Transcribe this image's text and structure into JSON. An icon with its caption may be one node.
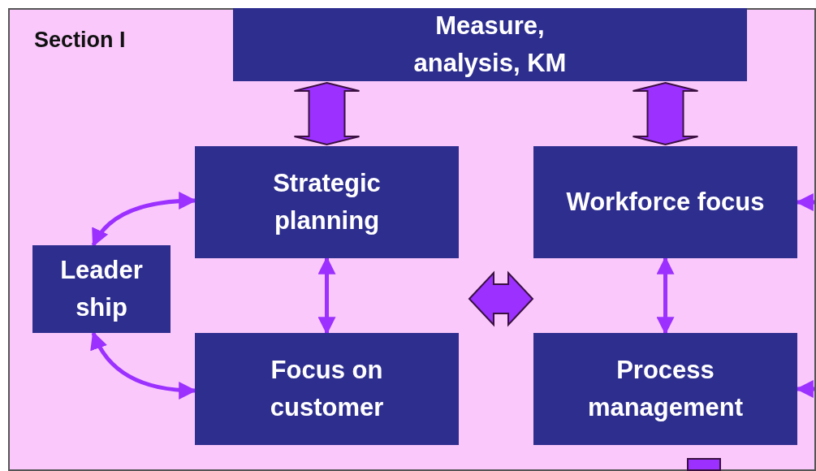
{
  "diagram": {
    "nodes": [
      {
        "text": [
          "Section I"
        ]
      },
      {
        "text": [
          "Measure, analysis, KM"
        ],
        "in": 0
      },
      {
        "text": [
          "Strategic planning"
        ],
        "in": 0
      },
      {
        "text": [
          "Workforce focus"
        ],
        "in": 0
      },
      {
        "text": [
          "Leader ship"
        ],
        "in": 0
      },
      {
        "text": [
          "Focus on customer"
        ],
        "in": 0
      },
      {
        "text": [
          "Process management"
        ],
        "in": 0
      }
    ],
    "edges": [
      {
        "from": 1,
        "to": 2,
        "arrow": "both",
        "style": "thick"
      },
      {
        "from": 1,
        "to": 3,
        "arrow": "both",
        "style": "thick"
      },
      {
        "from": 4,
        "to": 2,
        "arrow": "both"
      },
      {
        "from": 4,
        "to": 5,
        "arrow": "both"
      },
      {
        "from": 2,
        "to": 5,
        "arrow": "both"
      },
      {
        "from": 3,
        "to": 6,
        "arrow": "both"
      },
      {
        "from": null,
        "to": 3,
        "arrow": "to"
      },
      {
        "from": null,
        "to": 6,
        "arrow": "to"
      }
    ]
  }
}
